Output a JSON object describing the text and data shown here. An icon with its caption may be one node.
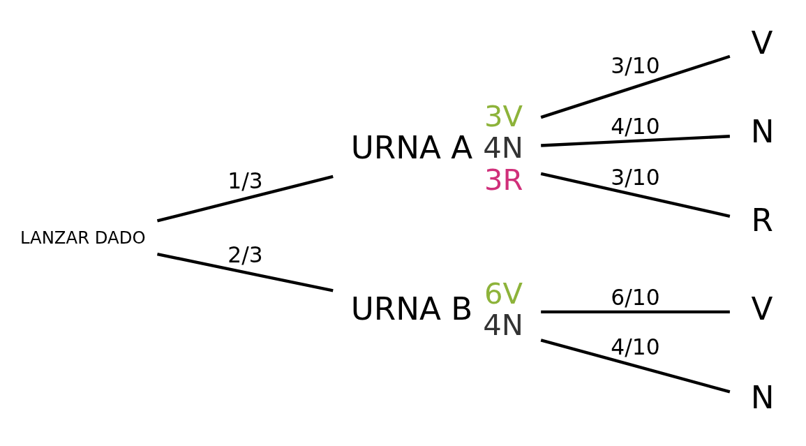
{
  "diagram": {
    "nodes": [
      {
        "text": [
          "LANZAR DADO"
        ]
      },
      {
        "text": [
          "URNA A"
        ],
        "beside": [
          "3V",
          "4N",
          "3R"
        ]
      },
      {
        "text": [
          "URNA B"
        ],
        "beside": [
          "6V",
          "4N"
        ]
      },
      {
        "text": [
          "V"
        ]
      },
      {
        "text": [
          "N"
        ]
      },
      {
        "text": [
          "R"
        ]
      },
      {
        "text": [
          "V"
        ]
      },
      {
        "text": [
          "N"
        ]
      }
    ],
    "edges": [
      {
        "from": 0,
        "to": 1,
        "arrow": "none",
        "label": "1/3"
      },
      {
        "from": 0,
        "to": 2,
        "arrow": "none",
        "label": "2/3"
      },
      {
        "from": 1,
        "to": 3,
        "arrow": "none",
        "label": "3/10"
      },
      {
        "from": 1,
        "to": 4,
        "arrow": "none",
        "label": "4/10"
      },
      {
        "from": 1,
        "to": 5,
        "arrow": "none",
        "label": "3/10"
      },
      {
        "from": 2,
        "to": 6,
        "arrow": "none",
        "label": "6/10"
      },
      {
        "from": 2,
        "to": 7,
        "arrow": "none",
        "label": "4/10"
      }
    ]
  }
}
